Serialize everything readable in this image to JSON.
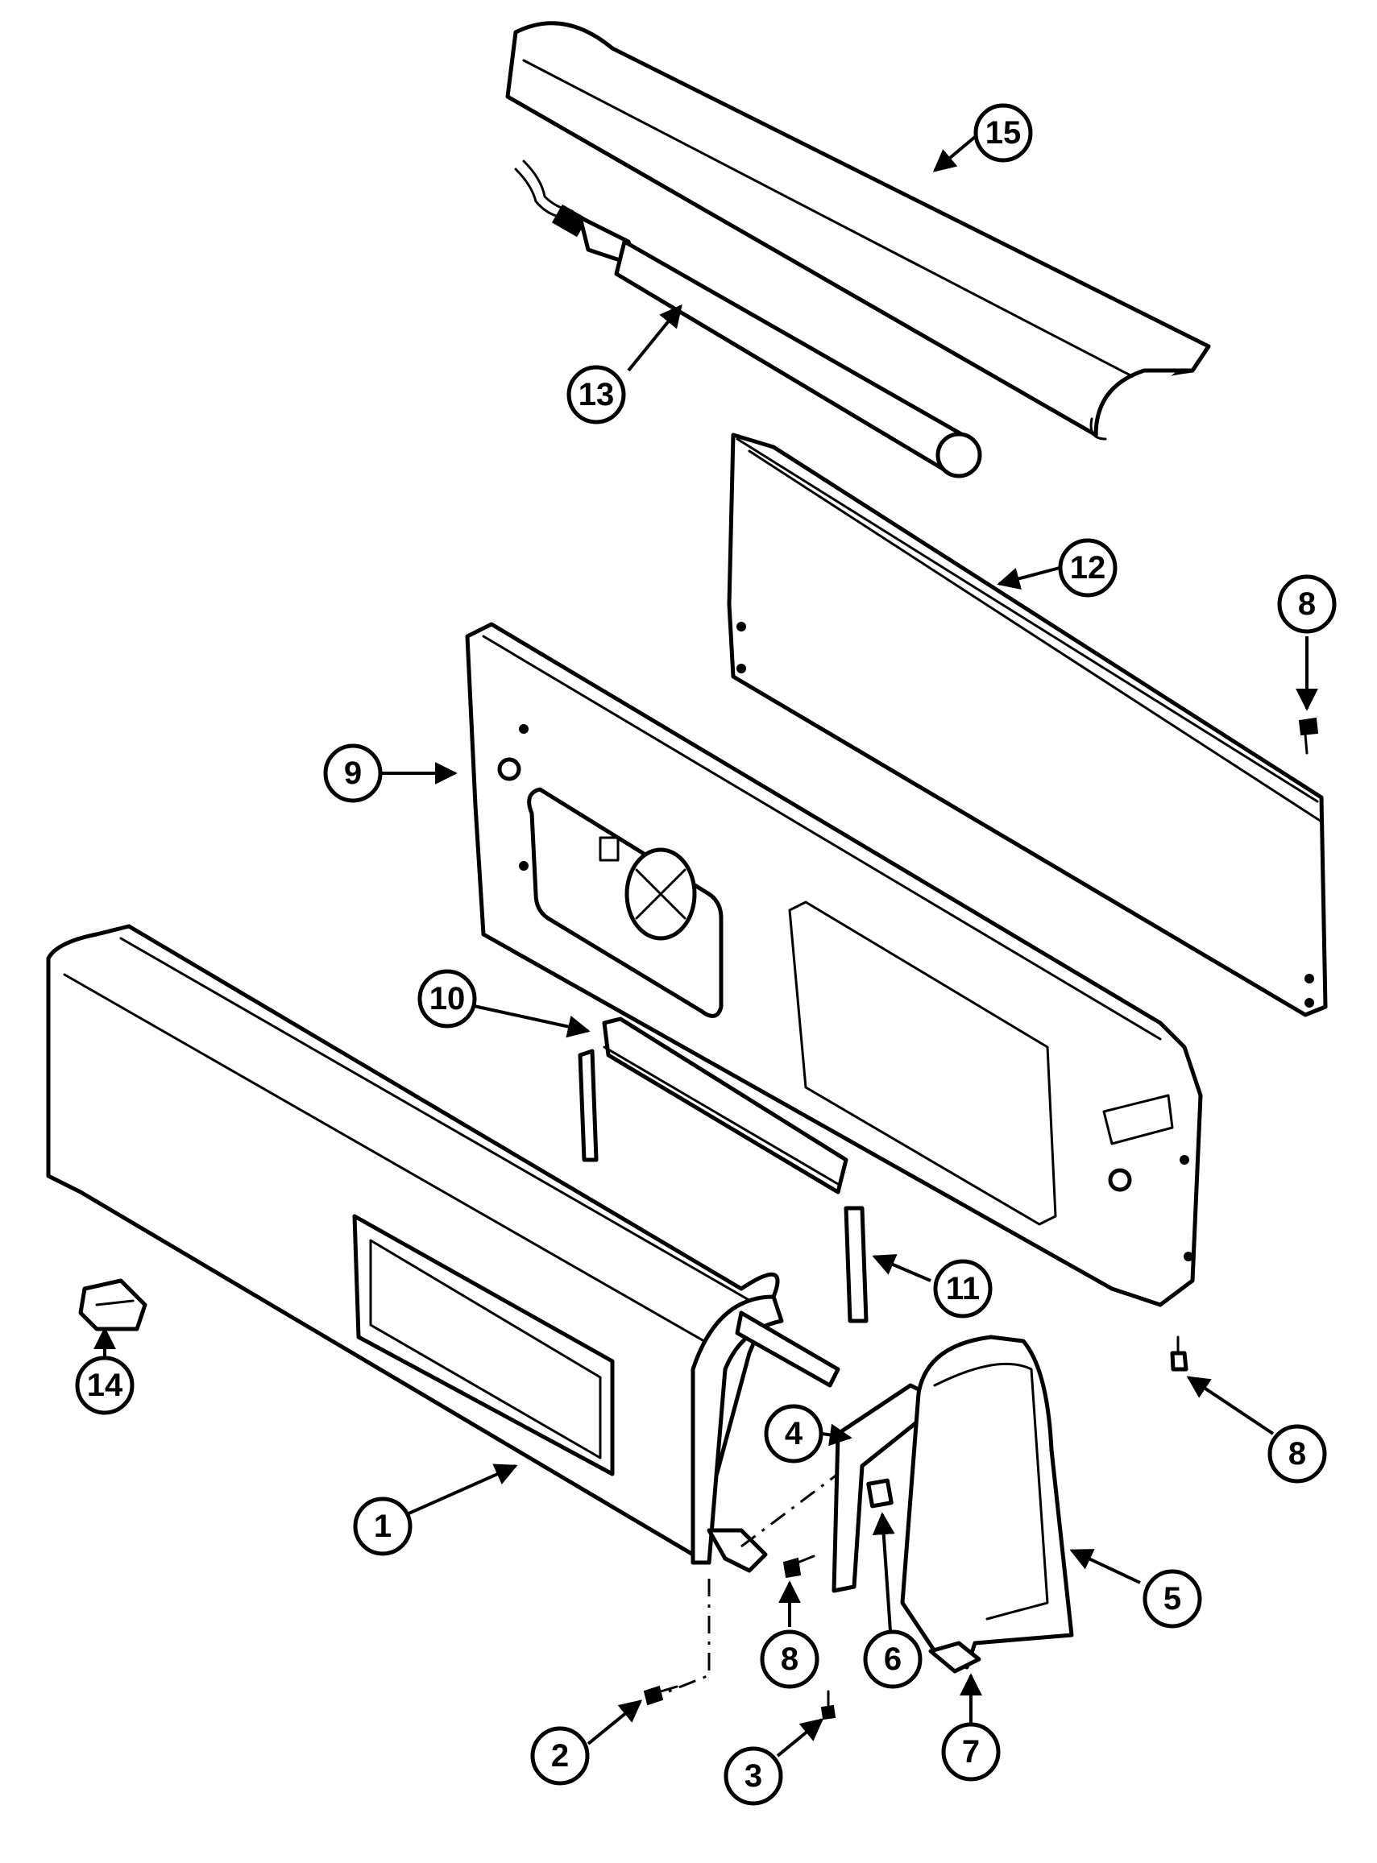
{
  "callouts": [
    {
      "id": "c1",
      "label": "1"
    },
    {
      "id": "c2",
      "label": "2"
    },
    {
      "id": "c3",
      "label": "3"
    },
    {
      "id": "c4",
      "label": "4"
    },
    {
      "id": "c5",
      "label": "5"
    },
    {
      "id": "c6",
      "label": "6"
    },
    {
      "id": "c7",
      "label": "7"
    },
    {
      "id": "c8a",
      "label": "8"
    },
    {
      "id": "c8b",
      "label": "8"
    },
    {
      "id": "c8c",
      "label": "8"
    },
    {
      "id": "c9",
      "label": "9"
    },
    {
      "id": "c10",
      "label": "10"
    },
    {
      "id": "c11",
      "label": "11"
    },
    {
      "id": "c12",
      "label": "12"
    },
    {
      "id": "c13",
      "label": "13"
    },
    {
      "id": "c14",
      "label": "14"
    },
    {
      "id": "c15",
      "label": "15"
    }
  ],
  "colors": {
    "line": "#000000",
    "background": "#ffffff"
  }
}
